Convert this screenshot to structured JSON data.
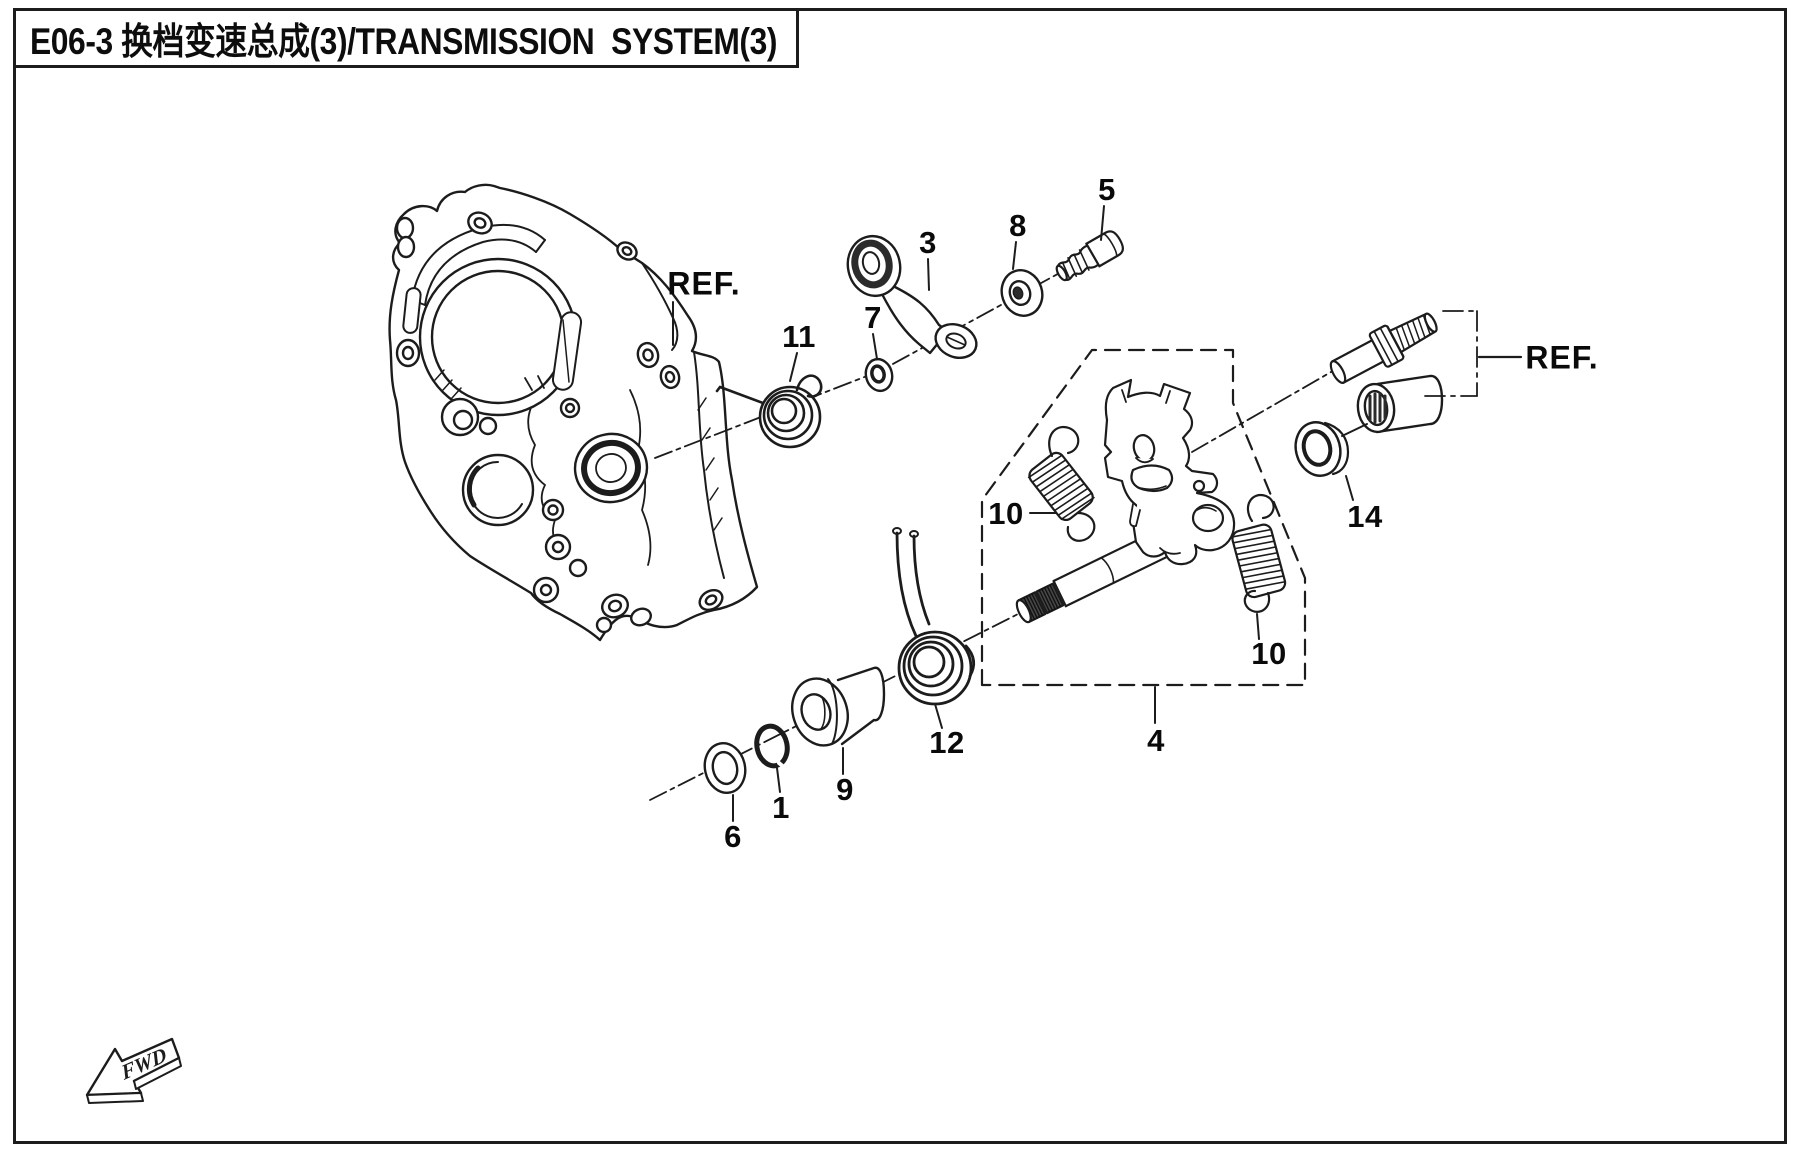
{
  "title_bar": {
    "text": "E06-3 换档变速总成(3)/TRANSMISSION  SYSTEM(3)"
  },
  "ref_labels": {
    "left": "REF.",
    "right": "REF."
  },
  "part_labels": {
    "p1": "1",
    "p3": "3",
    "p4": "4",
    "p5": "5",
    "p6": "6",
    "p7": "7",
    "p8": "8",
    "p9": "9",
    "p10_left": "10",
    "p10_right": "10",
    "p11": "11",
    "p12": "12",
    "p14": "14"
  },
  "fwd_marker": "FWD",
  "colors": {
    "ink": "#1c1c1c",
    "paper": "#ffffff"
  }
}
